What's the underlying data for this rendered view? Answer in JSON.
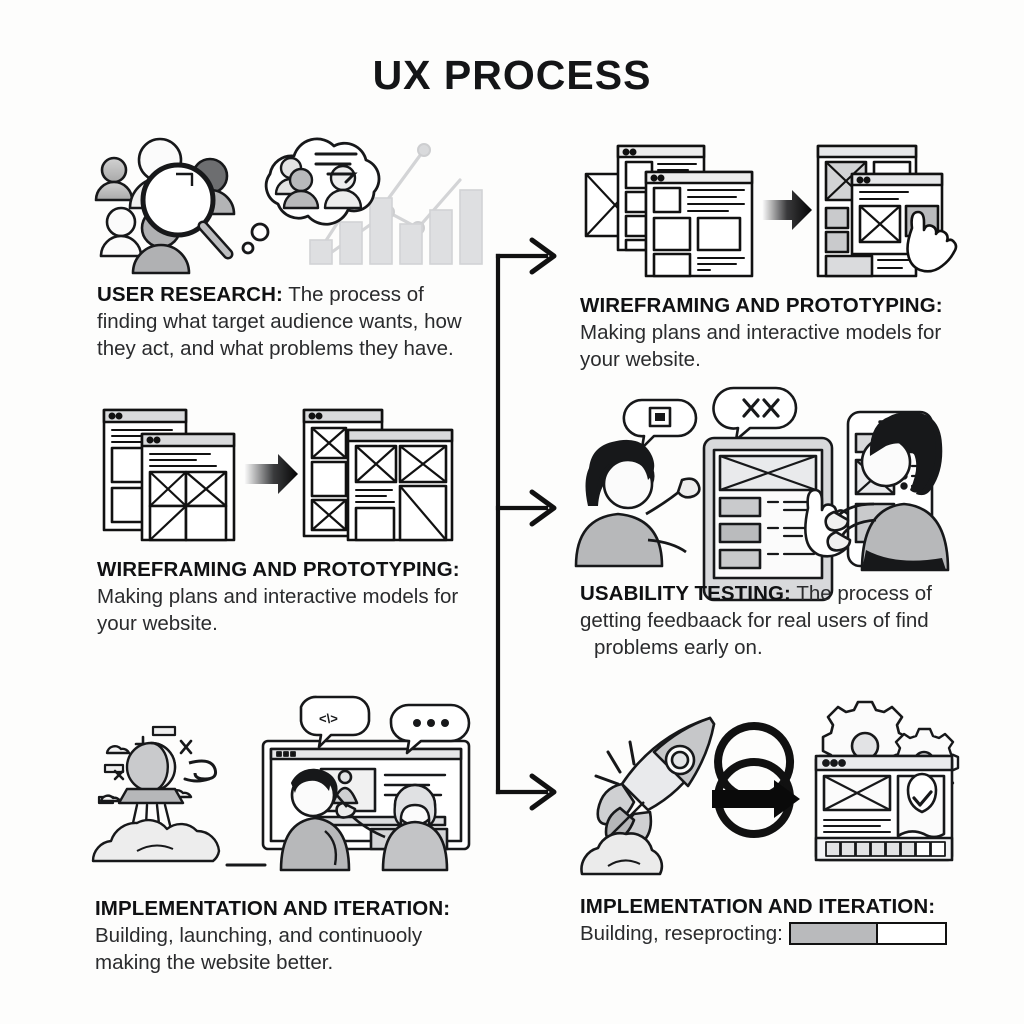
{
  "page": {
    "title": "UX PROCESS",
    "background": "#fdfdfc",
    "ink": "#141517"
  },
  "connector": {
    "name": "process-flow-connector",
    "branches": 3,
    "description": "vertical spine with three right-pointing arrows"
  },
  "steps": [
    {
      "id": "user-research",
      "column": "left",
      "heading": "USER RESEARCH:",
      "body": "The process of finding what target audience wants, how they act, and what problems they have.",
      "icons": [
        "user-group-icon",
        "magnifier-icon",
        "thought-bubble-icon",
        "bar-chart-icon",
        "trend-line-icon"
      ]
    },
    {
      "id": "wireframing-left",
      "column": "left",
      "heading": "WIREFRAMING AND PROTOTYPING:",
      "body": "Making plans and interactive models for your website.",
      "icons": [
        "wireframe-window-icon",
        "arrow-right-icon",
        "prototype-window-icon"
      ]
    },
    {
      "id": "implementation-left",
      "column": "left",
      "heading": "IMPLEMENTATION AND ITERATION:",
      "body": "Building, launching, and continuooly making the website better.",
      "icons": [
        "rocket-launch-icon",
        "team-collaboration-icon",
        "code-bubble-icon",
        "chat-bubble-icon"
      ]
    },
    {
      "id": "wireframing-right",
      "column": "right",
      "heading": "WIREFRAMING AND PROTOTYPING:",
      "body": "Making plans and interactive models for your website.",
      "icons": [
        "stacked-wireframes-icon",
        "arrow-right-icon",
        "clickable-prototype-icon",
        "hand-cursor-icon"
      ]
    },
    {
      "id": "usability-testing",
      "column": "right",
      "heading": "USABILITY TESTING:",
      "body_line1": "The process of getting feedbaack for real users of find",
      "body_line2": "problems early on.",
      "body": "The process of getting feedbaack for real users of find problems early on.",
      "icons": [
        "person-testing-tablet-icon",
        "speech-bubble-icon",
        "hand-cursor-icon",
        "person-testing-phone-icon"
      ]
    },
    {
      "id": "implementation-right",
      "column": "right",
      "heading": "IMPLEMENTATION AND ITERATION:",
      "body": "Building, reseprocting:",
      "progress": {
        "name": "build-progress-bar",
        "percent": 55
      },
      "icons": [
        "rocket-launch-icon",
        "iteration-cycle-icon",
        "gear-icon",
        "shield-check-icon",
        "loading-bar-icon"
      ]
    }
  ]
}
